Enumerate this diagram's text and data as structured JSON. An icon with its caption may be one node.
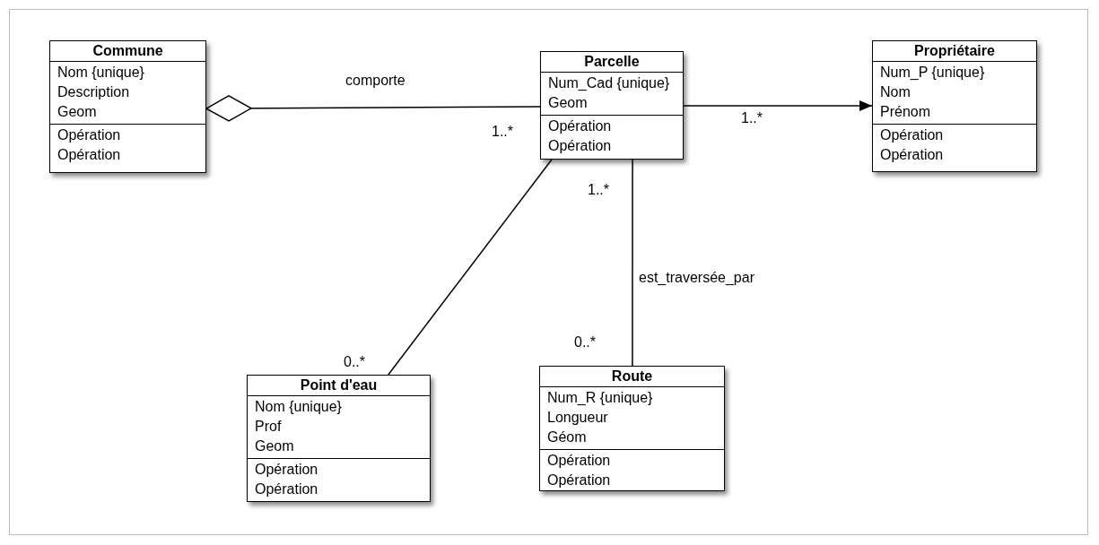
{
  "diagram": {
    "nodes": [
      {
        "text": [
          "Commune"
        ]
      },
      {
        "text": [
          "Nom {unique}",
          "Description",
          "Geom"
        ],
        "in": 0
      },
      {
        "text": [
          "Opération",
          "Opération"
        ],
        "in": 0
      },
      {
        "text": [
          "Parcelle"
        ]
      },
      {
        "text": [
          "Num_Cad {unique}",
          "Geom"
        ],
        "in": 3
      },
      {
        "text": [
          "Opération",
          "Opération"
        ],
        "in": 3
      },
      {
        "text": [
          "Propriétaire"
        ]
      },
      {
        "text": [
          "Num_P {unique}",
          "Nom",
          "Prénom"
        ],
        "in": 6
      },
      {
        "text": [
          "Opération",
          "Opération"
        ],
        "in": 6
      },
      {
        "text": [
          "Point d'eau"
        ]
      },
      {
        "text": [
          "Nom {unique}",
          "Prof",
          "Geom"
        ],
        "in": 9
      },
      {
        "text": [
          "Opération",
          "Opération"
        ],
        "in": 9
      },
      {
        "text": [
          "Route"
        ]
      },
      {
        "text": [
          "Num_R {unique}",
          "Longueur",
          "Géom"
        ],
        "in": 12
      },
      {
        "text": [
          "Opération",
          "Opération"
        ],
        "in": 12
      }
    ],
    "edges": [
      {
        "from": 0,
        "to": 3,
        "arrow": "other",
        "label": "comporte"
      },
      {
        "from": 3,
        "to": 6,
        "arrow": "to"
      },
      {
        "from": 3,
        "to": 9,
        "arrow": "none"
      },
      {
        "from": 3,
        "to": 12,
        "arrow": "none",
        "label": "est_traversée_par"
      }
    ],
    "labels": [
      "1..*",
      "1..*",
      "1..*",
      "0..*",
      "0..*"
    ]
  }
}
